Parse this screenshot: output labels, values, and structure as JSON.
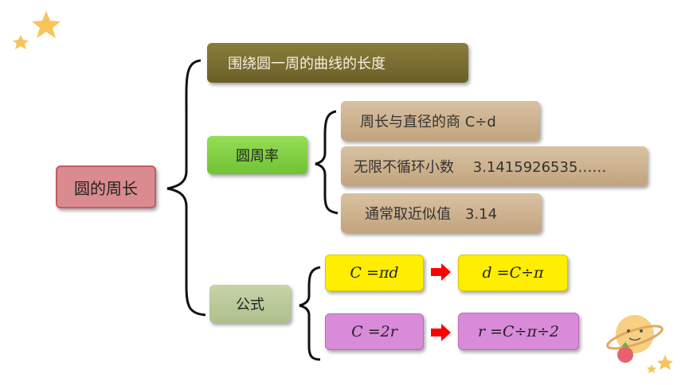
{
  "root": {
    "label": "圆的周长"
  },
  "definition": {
    "label": "围绕圆一周的曲线的长度"
  },
  "pi_node": {
    "label": "圆周率",
    "items": [
      {
        "label": "周长与直径的商 C÷d"
      },
      {
        "label": "无限不循环小数　 3.1415926535……"
      },
      {
        "label": "通常取近似值　3.14"
      }
    ]
  },
  "formula_node": {
    "label": "公式",
    "formulas": [
      {
        "from": "C =πd",
        "to": "d =C÷π"
      },
      {
        "from": "C =2r",
        "to": "r =C÷π÷2"
      }
    ]
  },
  "colors": {
    "root": "#d98b8f",
    "definition": "#7a6e32",
    "pi_node": "#82cf45",
    "pi_items": "#cdb28e",
    "formula_node": "#bccb9a",
    "formula_row1": "#ffee00",
    "formula_row2": "#d98ad9",
    "arrow": "#ff0000"
  }
}
